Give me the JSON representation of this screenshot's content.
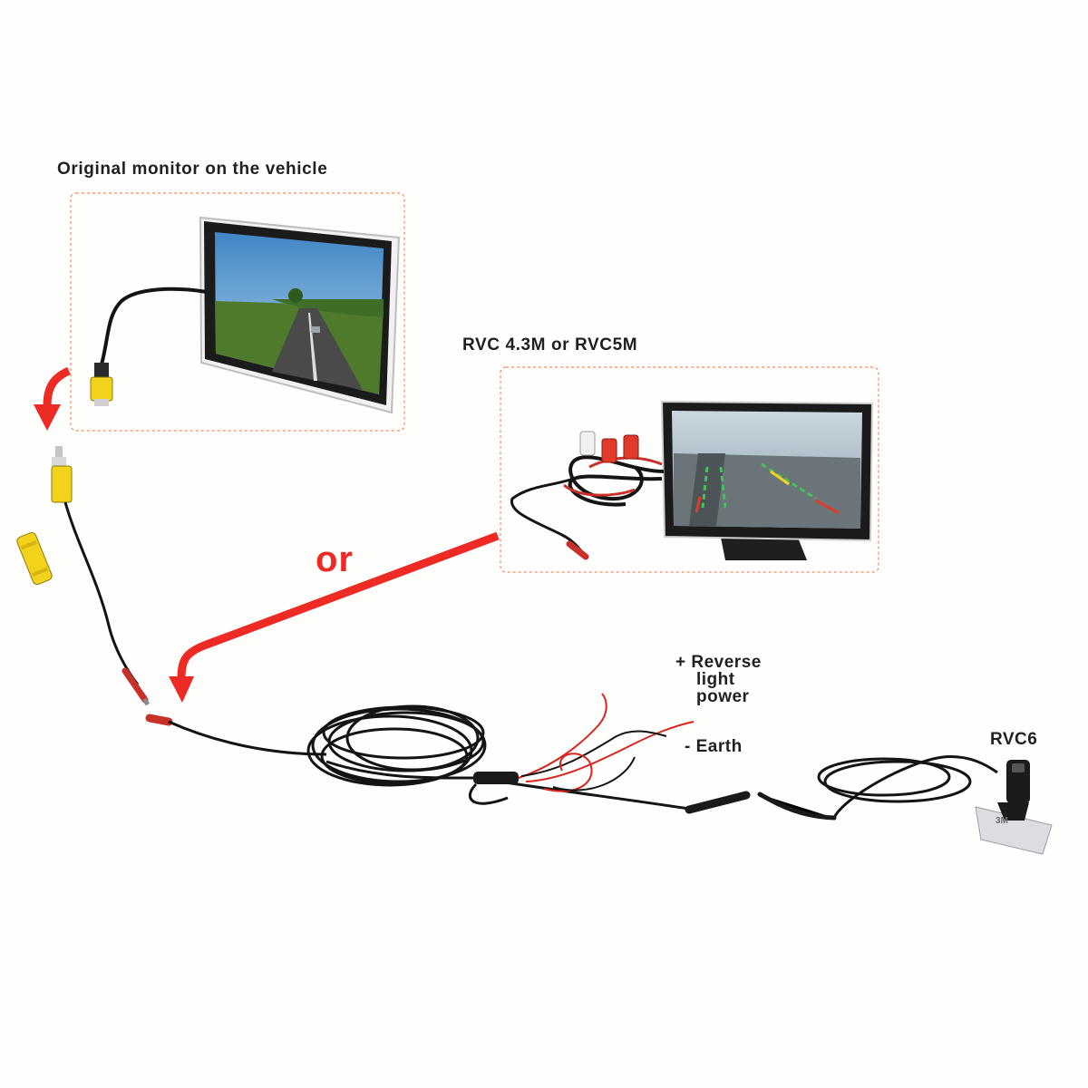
{
  "labels": {
    "original_monitor": "Original monitor on the vehicle",
    "rvc_monitor": "RVC 4.3M or RVC5M",
    "or": "or",
    "reverse_line1": "+ Reverse",
    "reverse_line2": "light",
    "reverse_line3": "power",
    "earth": "- Earth",
    "rvc6": "RVC6"
  },
  "colors": {
    "arrow": "#ee2a24",
    "dashed_box": "#f08a6a",
    "cable": "#141414",
    "rca_yellow": "#f2d21b",
    "wire_red": "#d7261e",
    "connector_red": "#c8302a"
  },
  "icons": {
    "original_monitor": "lcd-monitor-with-road-image",
    "rvc_monitor": "lcd-monitor-with-parking-guidelines",
    "rca_plug": "rca-plug-yellow",
    "rca_coupler": "rca-coupler-yellow",
    "camera": "rvc6-camera-bracket"
  },
  "sticker_text": "3M"
}
